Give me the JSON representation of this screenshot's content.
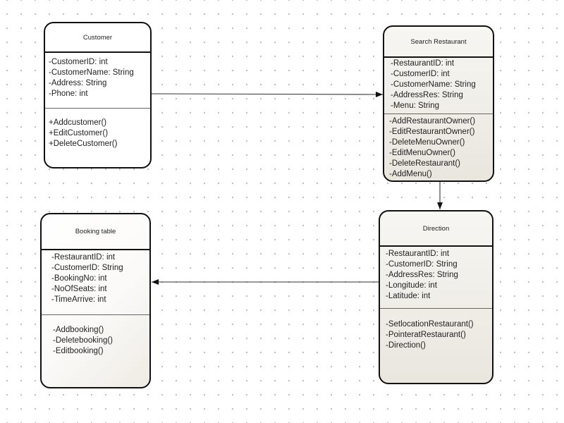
{
  "diagram": {
    "classes": {
      "customer": {
        "name": "Customer",
        "attributes": [
          "-CustomerID: int",
          "-CustomerName: String",
          "-Address: String",
          "-Phone: int"
        ],
        "methods": [
          "+Addcustomer()",
          "+EditCustomer()",
          "+DeleteCustomer()"
        ]
      },
      "search_restaurant": {
        "name": "Search Restaurant",
        "attributes": [
          "-RestaurantID: int",
          "-CustomerID: int",
          "-CustomerName: String",
          "-AddressRes: String",
          "-Menu: String"
        ],
        "methods": [
          "-AddRestaurantOwner()",
          "-EditRestaurantOwner()",
          "-DeleteMenuOwner()",
          "-EditMenuOwner()",
          "-DeleteRestaurant()",
          "-AddMenu()"
        ]
      },
      "booking_table": {
        "name": "Booking table",
        "attributes": [
          "-RestaurantID: int",
          "-CustomerID: String",
          "-BookingNo: int",
          "-NoOfSeats: int",
          "-TimeArrive: int"
        ],
        "methods": [
          "-Addbooking()",
          "-Deletebooking()",
          "-Editbooking()"
        ]
      },
      "direction": {
        "name": "Direction",
        "attributes": [
          "-RestaurantID: int",
          "-CustomerID: String",
          "-AddressRes: String",
          "-Longitude: int",
          "-Latitude: int"
        ],
        "methods": [
          "-SetlocationRestaurant()",
          "-PointeratRestaurant()",
          "-Direction()"
        ]
      }
    },
    "associations": [
      {
        "from": "Customer",
        "to": "Search Restaurant"
      },
      {
        "from": "Search Restaurant",
        "to": "Direction"
      },
      {
        "from": "Direction",
        "to": "Booking table"
      }
    ],
    "colors": {
      "border": "#111111",
      "grid_dot": "#bdbdbd",
      "box_fill_beige": "#ebe8e0"
    }
  }
}
